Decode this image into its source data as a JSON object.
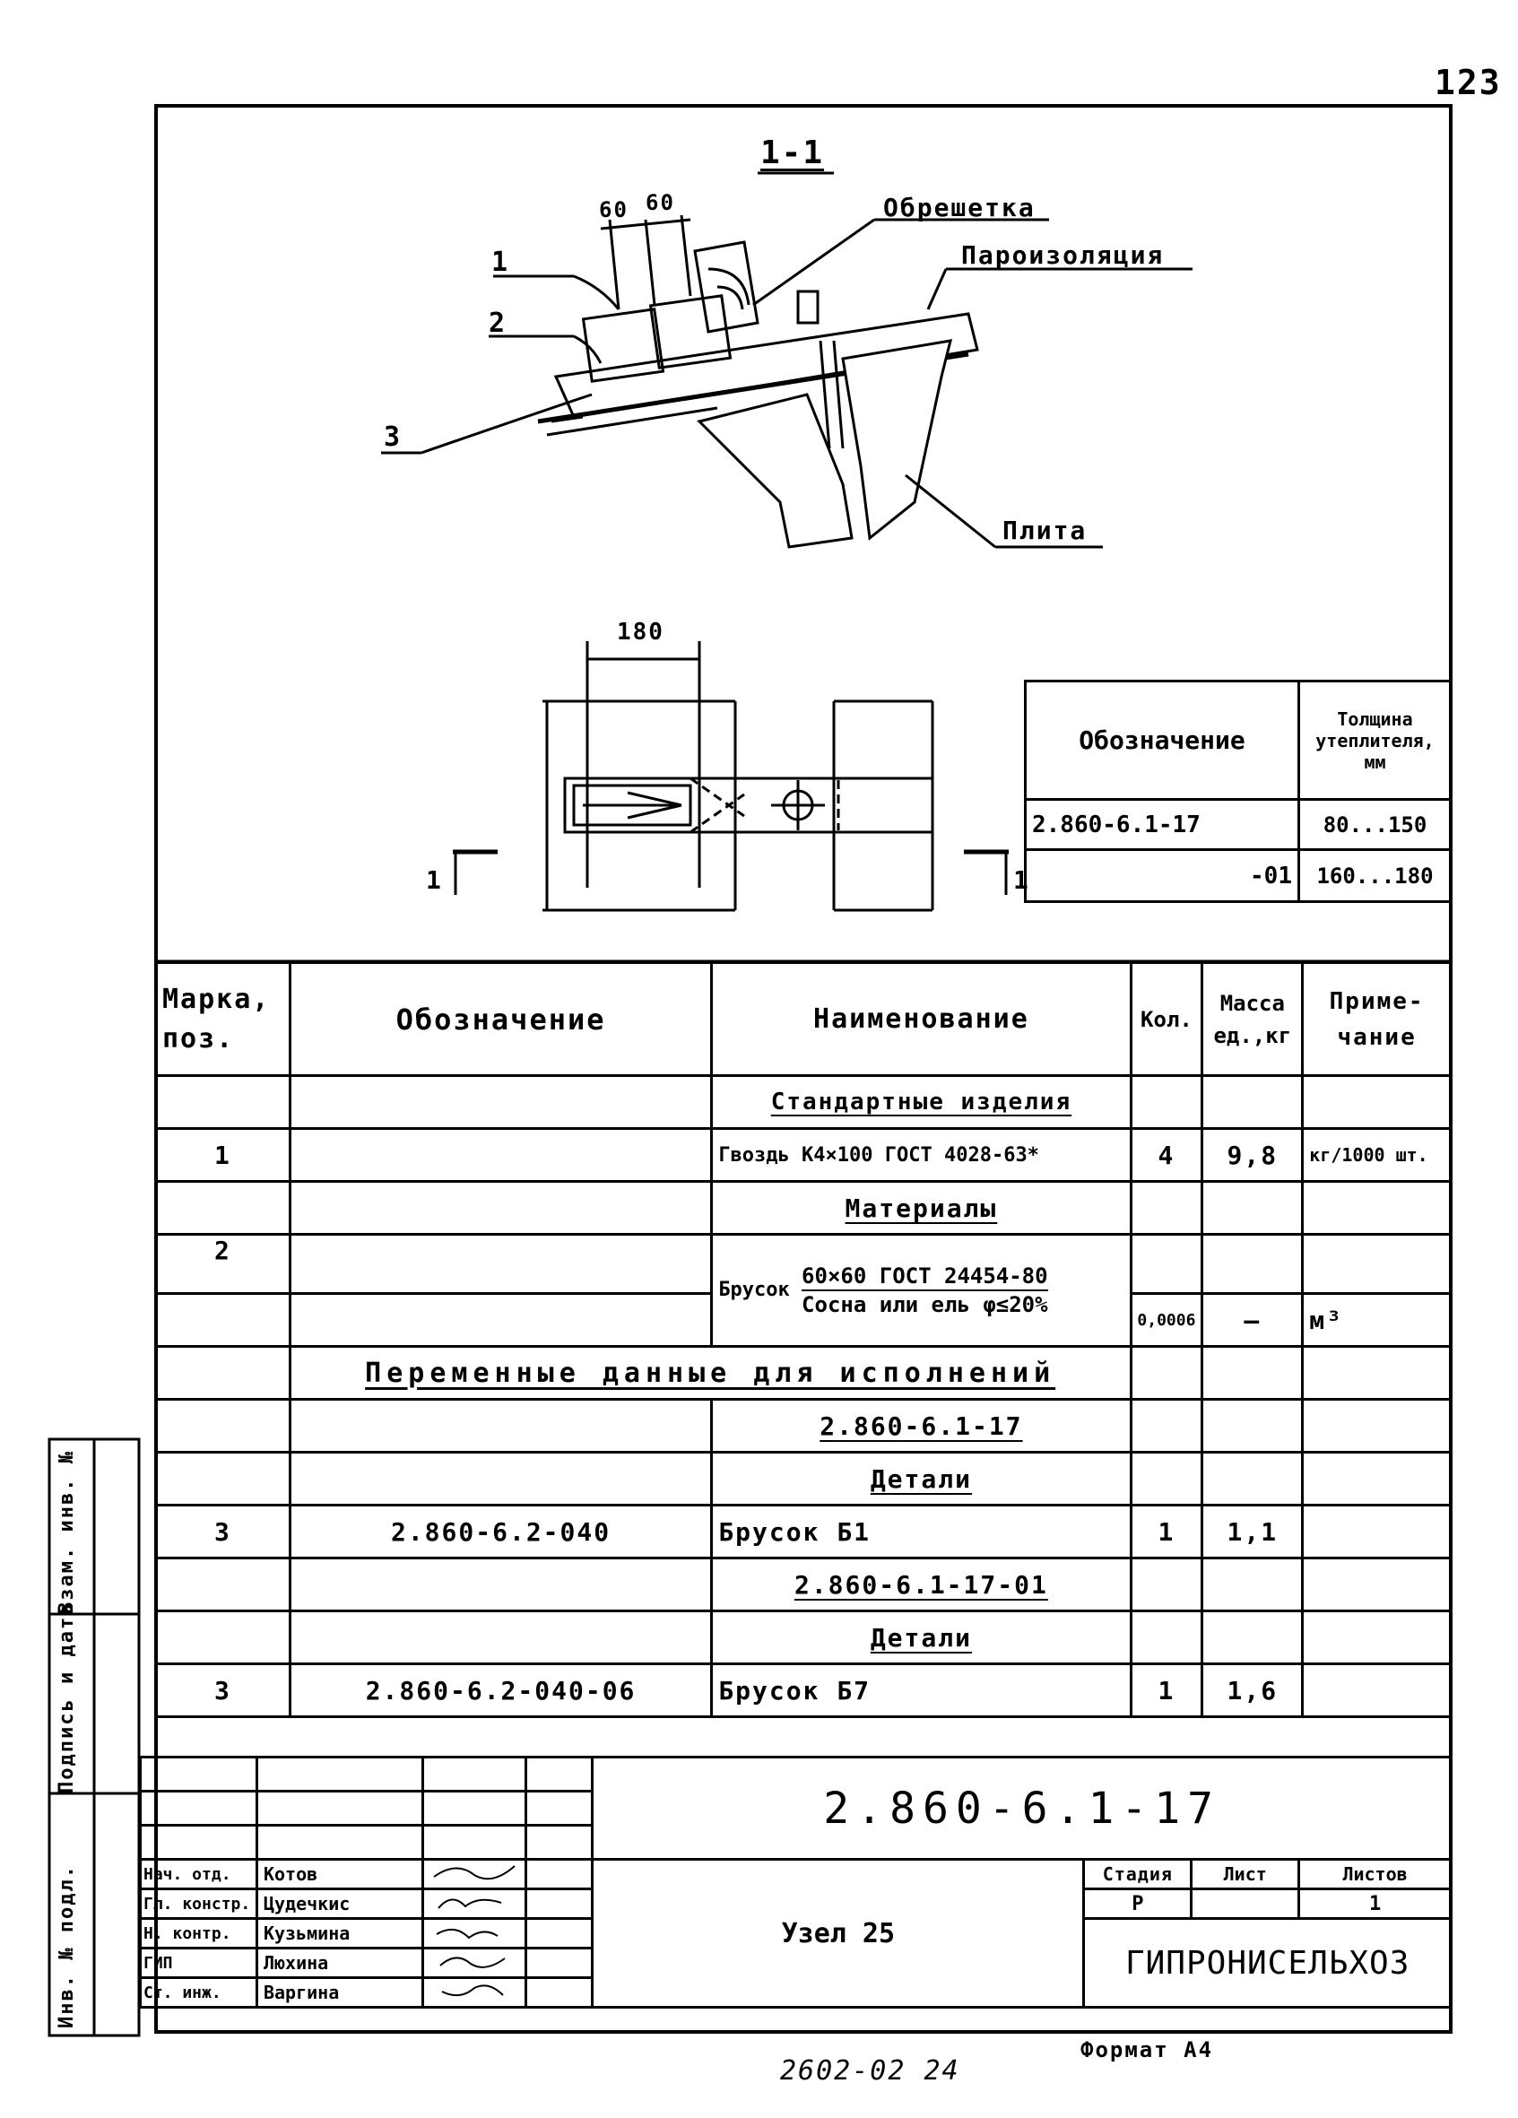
{
  "page_number": "123",
  "section_label": "1-1",
  "callouts": {
    "dim_60a": "60",
    "dim_60b": "60",
    "pos1": "1",
    "pos2": "2",
    "pos3": "3",
    "obreshetka": "Обрешетка",
    "paroizolyatsiya": "Пароизоляция",
    "plita": "Плита",
    "dim_180": "180",
    "cut_left": "1",
    "cut_right": "1"
  },
  "variant_table": {
    "col_designation": "Обозначение",
    "col_thickness": "Толщина утеплителя, мм",
    "rows": [
      {
        "designation": "2.860-6.1-17",
        "thickness": "80...150"
      },
      {
        "designation": "-01",
        "thickness": "160...180"
      }
    ]
  },
  "spec": {
    "headers": {
      "mark": "Марка, поз.",
      "designation": "Обозначение",
      "name": "Наименование",
      "qty": "Кол.",
      "mass": "Масса ед.,кг",
      "note": "Приме- чание"
    },
    "std_section": "Стандартные изделия",
    "row1": {
      "mark": "1",
      "designation": "",
      "name": "Гвоздь К4×100 ГОСТ 4028-63*",
      "qty": "4",
      "mass": "9,8",
      "note": "кг/1000 шт."
    },
    "materials_section": "Материалы",
    "row2": {
      "mark": "2",
      "name_prefix": "Брусок",
      "name_top": "60×60 ГОСТ 24454-80",
      "name_bottom": "Сосна или ель φ≤20%",
      "qty": "0,0006",
      "mass": "—",
      "note": "м³"
    },
    "variables_section": "Переменные данные для исполнений",
    "variant1": "2.860-6.1-17",
    "details1": "Детали",
    "row3": {
      "mark": "3",
      "designation": "2.860-6.2-040",
      "name": "Брусок Б1",
      "qty": "1",
      "mass": "1,1",
      "note": ""
    },
    "variant2": "2.860-6.1-17-01",
    "details2": "Детали",
    "row4": {
      "mark": "3",
      "designation": "2.860-6.2-040-06",
      "name": "Брусок Б7",
      "qty": "1",
      "mass": "1,6",
      "note": ""
    }
  },
  "title_block": {
    "doc_code": "2.860-6.1-17",
    "node_title": "Узел 25",
    "stage_label": "Стадия",
    "sheet_label": "Лист",
    "sheets_label": "Листов",
    "stage_value": "Р",
    "sheet_value": "",
    "sheets_value": "1",
    "organization": "ГИПРОНИСЕЛЬХОЗ",
    "format": "Формат А4",
    "album_code": "2602-02 24",
    "signers": [
      {
        "role": "Нач. отд.",
        "name": "Котов"
      },
      {
        "role": "Гл. констр.",
        "name": "Цудечкис"
      },
      {
        "role": "Н. контр.",
        "name": "Кузьмина"
      },
      {
        "role": "ГИП",
        "name": "Люхина"
      },
      {
        "role": "Ст. инж.",
        "name": "Варгина"
      }
    ]
  },
  "side_stamp": {
    "inv_podl": "Инв. № подл.",
    "podpis": "Подпись и дата",
    "vzam": "Взам. инв. №"
  }
}
